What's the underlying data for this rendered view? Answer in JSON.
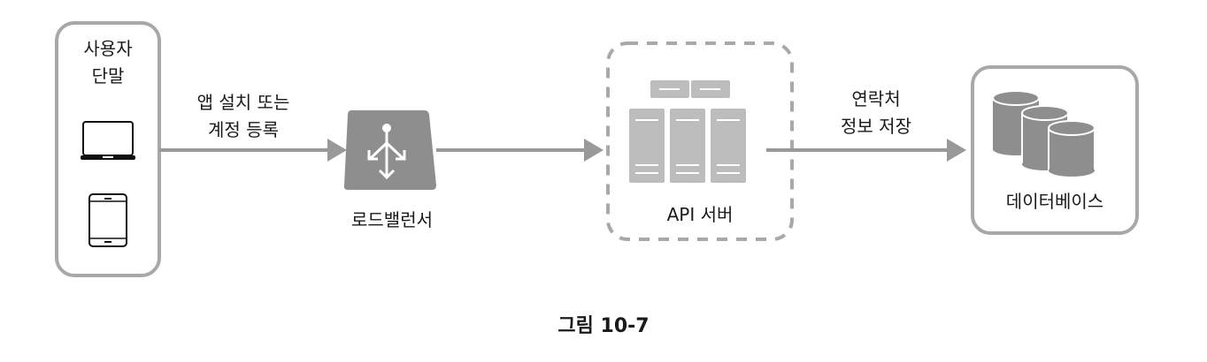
{
  "nodes": {
    "user": {
      "line1": "사용자",
      "line2": "단말"
    },
    "load_balancer": {
      "label": "로드밸런서"
    },
    "api_server": {
      "label": "API 서버"
    },
    "database": {
      "label": "데이터베이스"
    }
  },
  "edges": {
    "user_to_lb": {
      "line1": "앱 설치 또는",
      "line2": "계정 등록"
    },
    "api_to_db": {
      "line1": "연락처",
      "line2": "정보 저장"
    }
  },
  "caption": "그림 10-7",
  "colors": {
    "line": "#999999",
    "icon": "#8e8e8e",
    "server": "#bdbdbd"
  }
}
